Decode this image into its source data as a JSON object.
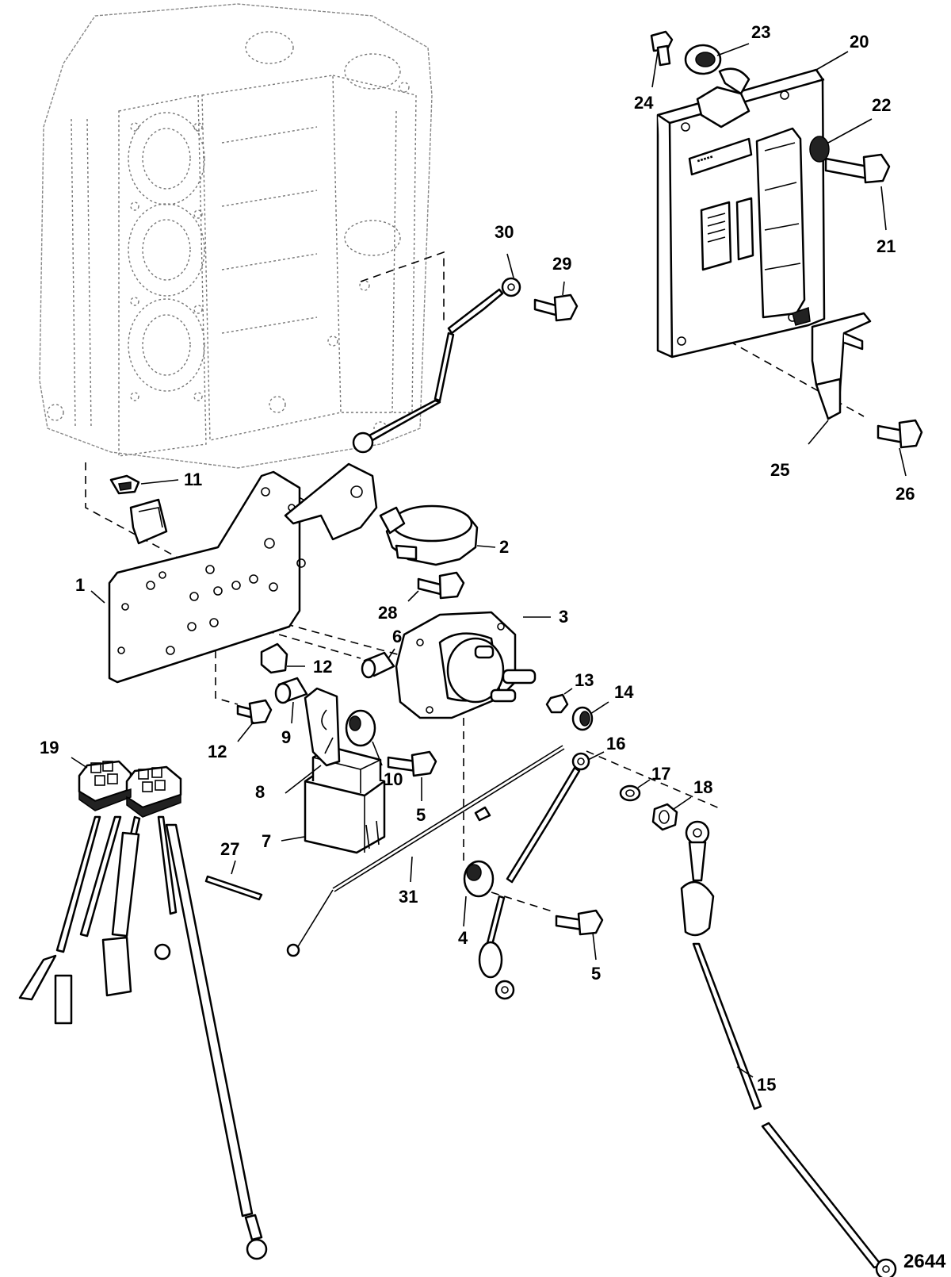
{
  "callouts": {
    "c1": "1",
    "c2": "2",
    "c3": "3",
    "c4": "4",
    "c5a": "5",
    "c5b": "5",
    "c6": "6",
    "c7": "7",
    "c8": "8",
    "c9": "9",
    "c10": "10",
    "c11": "11",
    "c12a": "12",
    "c12b": "12",
    "c13": "13",
    "c14": "14",
    "c15": "15",
    "c16": "16",
    "c17": "17",
    "c18": "18",
    "c19": "19",
    "c20": "20",
    "c21": "21",
    "c22": "22",
    "c23": "23",
    "c24": "24",
    "c25": "25",
    "c26": "26",
    "c27": "27",
    "c28": "28",
    "c29": "29",
    "c30": "30",
    "c31": "31"
  },
  "figure_id": "2644"
}
